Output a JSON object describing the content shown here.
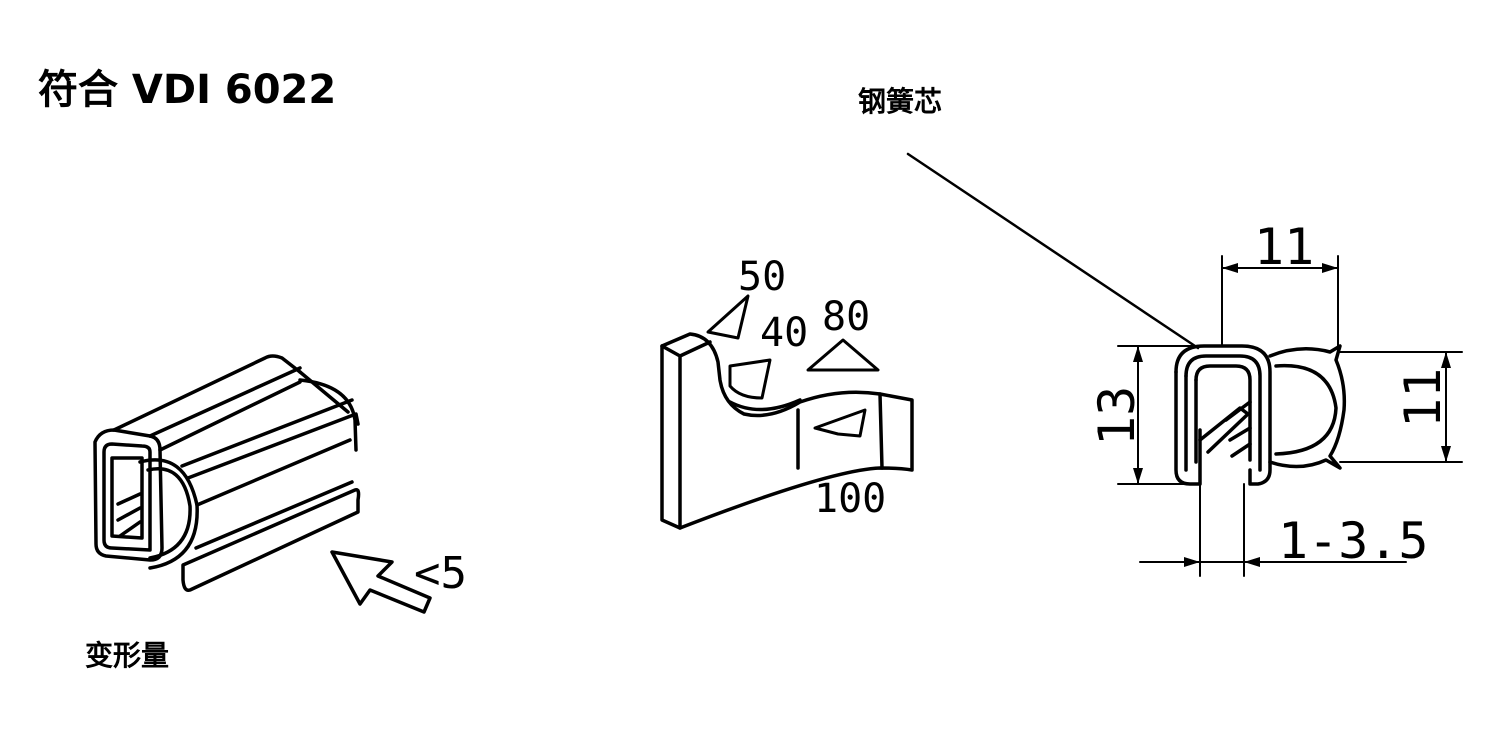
{
  "title": "符合 VDI 6022",
  "labels": {
    "steel_core": "钢簧芯",
    "deformation": "变形量"
  },
  "force_diagram": {
    "values": [
      "50",
      "40",
      "80",
      "100"
    ]
  },
  "deformation_arrow": {
    "value": "<5"
  },
  "dimensions": {
    "top_width": "11",
    "left_height": "13",
    "right_height": "11",
    "clamping_range": "1-3.5"
  }
}
